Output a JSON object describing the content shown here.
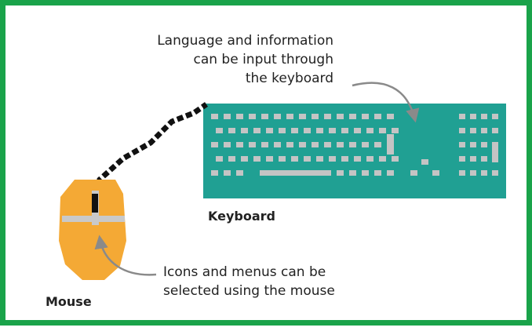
{
  "captions": {
    "keyboard_note_lines": [
      "Language and information",
      "can be input through",
      "the keyboard"
    ],
    "mouse_note_lines": [
      "Icons and menus can be",
      "selected using the mouse"
    ]
  },
  "labels": {
    "keyboard": "Keyboard",
    "mouse": "Mouse"
  },
  "colors": {
    "border": "#1aa34a",
    "keyboard_body": "#20a093",
    "keys": "#c4c4c4",
    "mouse_body": "#f4a935",
    "mouse_dark": "#e29522",
    "cable": "#111111",
    "arrow": "#8a8a8a"
  }
}
